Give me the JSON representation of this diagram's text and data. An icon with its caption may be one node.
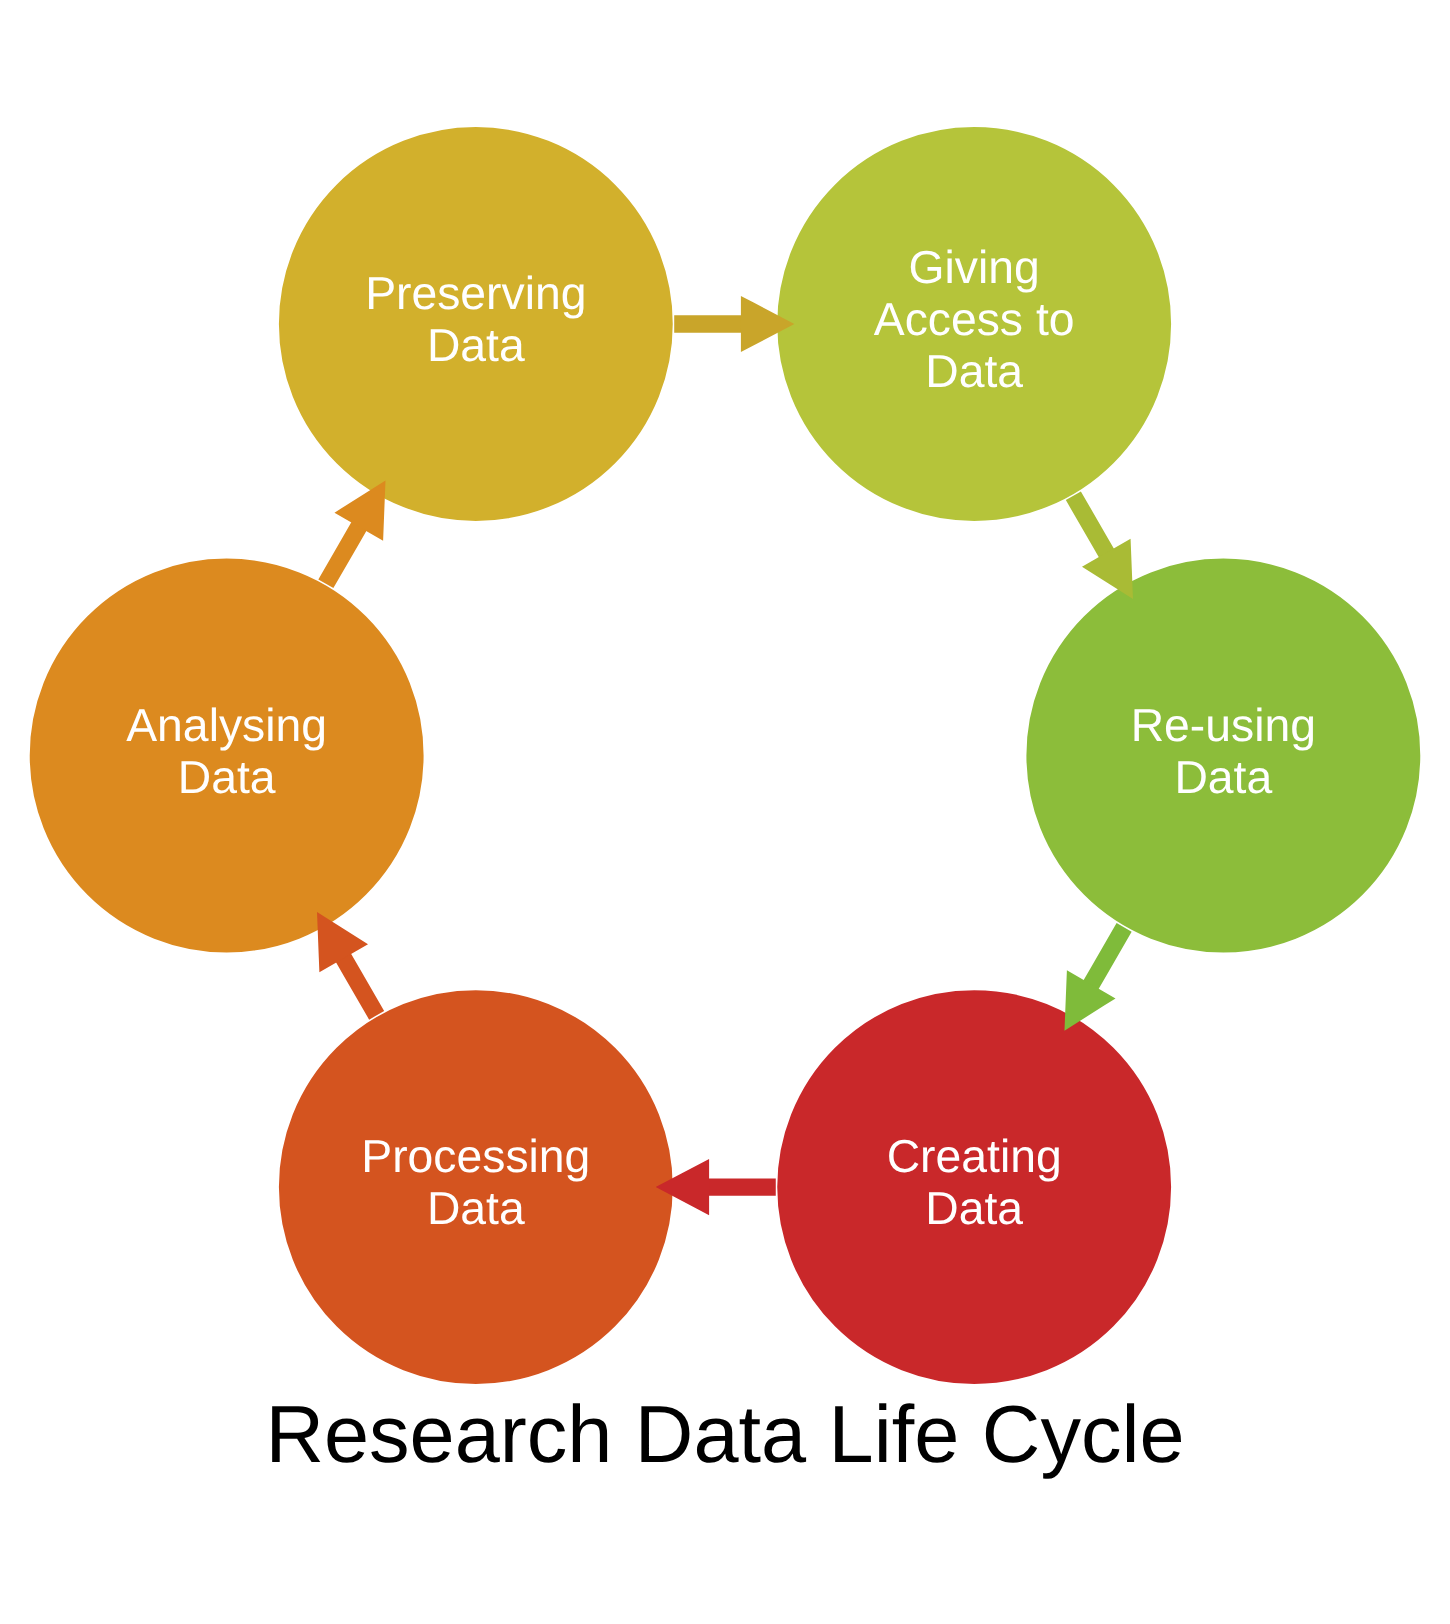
{
  "diagram": {
    "title": "Research Data Life Cycle",
    "nodes": [
      {
        "text": [
          "Creating Data"
        ]
      },
      {
        "text": [
          "Processing Data"
        ]
      },
      {
        "text": [
          "Analysing Data"
        ]
      },
      {
        "text": [
          "Preserving Data"
        ]
      },
      {
        "text": [
          "Giving Access to Data"
        ]
      },
      {
        "text": [
          "Re-using Data"
        ]
      }
    ],
    "edges": [
      {
        "from": 0,
        "to": 1,
        "arrow": "to",
        "color": "#c9282a"
      },
      {
        "from": 1,
        "to": 2,
        "arrow": "to",
        "color": "#d4541f"
      },
      {
        "from": 2,
        "to": 3,
        "arrow": "to",
        "color": "#dc8a1f"
      },
      {
        "from": 3,
        "to": 4,
        "arrow": "to",
        "color": "#c9a52a"
      },
      {
        "from": 4,
        "to": 5,
        "arrow": "to",
        "color": "#a9bb35"
      },
      {
        "from": 5,
        "to": 0,
        "arrow": "to",
        "color": "#7fbb3a"
      }
    ]
  }
}
